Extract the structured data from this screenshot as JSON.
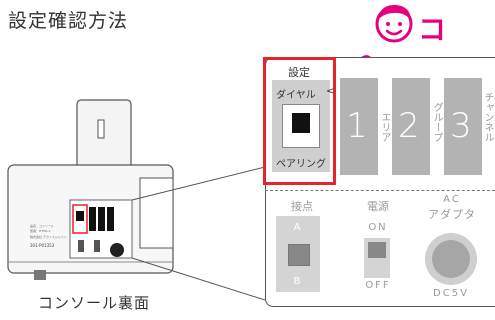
{
  "page": {
    "title": "設定確認方法",
    "callout": "ココ！",
    "caption": "コンソール裏面"
  },
  "zoom_panel": {
    "setting_label": "設定",
    "dial_label": "ダイヤル",
    "pairing_label": "ペアリング",
    "dials": [
      {
        "number": "1",
        "label": "エリア"
      },
      {
        "number": "2",
        "label": "グループ"
      },
      {
        "number": "3",
        "label": "チャンネル"
      }
    ],
    "contact": {
      "label": "接点",
      "top": "A",
      "bottom": "B"
    },
    "power": {
      "label": "電源",
      "top": "ON",
      "bottom": "OFF"
    },
    "ac": {
      "label_line1": "AC",
      "label_line2": "アダプタ",
      "bottom": "DC5V"
    }
  },
  "device_label": {
    "line1": "品名：コンソール",
    "line2": "型番：HTHR-1",
    "line3": "株式会社 テクノスジャパン",
    "line4": "301-P01353"
  },
  "colors": {
    "highlight": "#e6242c",
    "brand_pink": "#e6007e",
    "dial_gray": "#b3b3b3"
  }
}
